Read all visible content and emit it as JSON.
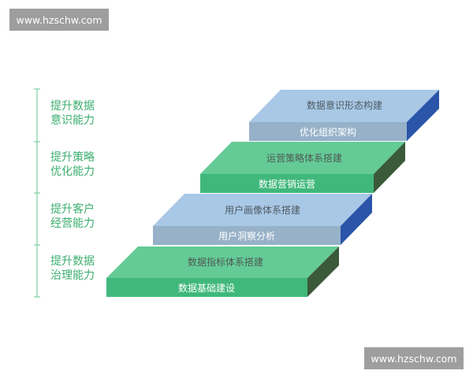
{
  "watermarks": {
    "top": "www.hzschw.com",
    "bottom": "www.hzschw.com"
  },
  "levels": [
    {
      "label_line1": "提升数据",
      "label_line2": "意识能力",
      "top_text": "数据意识形态构建",
      "front_text": "优化组织架构",
      "colors": {
        "top": "#a8c8e6",
        "front": "#97b1c9",
        "side": "#2a55a8"
      }
    },
    {
      "label_line1": "提升策略",
      "label_line2": "优化能力",
      "top_text": "运营策略体系搭建",
      "front_text": "数据营销运营",
      "colors": {
        "top": "#64cb96",
        "front": "#40b87b",
        "side": "#3a5a3a"
      }
    },
    {
      "label_line1": "提升客户",
      "label_line2": "经营能力",
      "top_text": "用户画像体系搭建",
      "front_text": "用户洞察分析",
      "colors": {
        "top": "#a8c8e6",
        "front": "#97b1c9",
        "side": "#2a55a8"
      }
    },
    {
      "label_line1": "提升数据",
      "label_line2": "治理能力",
      "top_text": "数据指标体系搭建",
      "front_text": "数据基础建设",
      "colors": {
        "top": "#64cb96",
        "front": "#40b87b",
        "side": "#3a5a3a"
      }
    }
  ],
  "label_color": "#3cae6f",
  "axis_color": "#7fcfa2"
}
